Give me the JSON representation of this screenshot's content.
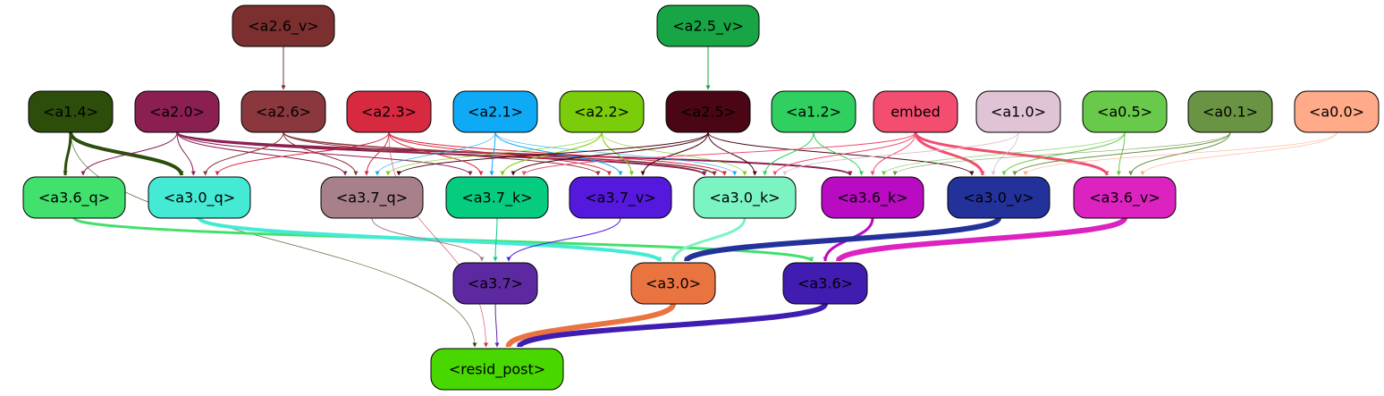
{
  "nodes": [
    {
      "id": "a2_6_v",
      "label": "<a2.6_v>",
      "fill": "#7b2f2f",
      "text": "#000000"
    },
    {
      "id": "a2_5_v",
      "label": "<a2.5_v>",
      "fill": "#17a545",
      "text": "#000000"
    },
    {
      "id": "a1_4",
      "label": "<a1.4>",
      "fill": "#2d4d0b",
      "text": "#000000"
    },
    {
      "id": "a2_0",
      "label": "<a2.0>",
      "fill": "#8b1f52",
      "text": "#000000"
    },
    {
      "id": "a2_6",
      "label": "<a2.6>",
      "fill": "#8a383e",
      "text": "#000000"
    },
    {
      "id": "a2_3",
      "label": "<a2.3>",
      "fill": "#d72a40",
      "text": "#000000"
    },
    {
      "id": "a2_1",
      "label": "<a2.1>",
      "fill": "#0eaaf6",
      "text": "#000000"
    },
    {
      "id": "a2_2",
      "label": "<a2.2>",
      "fill": "#7bcc0a",
      "text": "#000000"
    },
    {
      "id": "a2_5",
      "label": "<a2.5>",
      "fill": "#4a0614",
      "text": "#000000"
    },
    {
      "id": "a1_2",
      "label": "<a1.2>",
      "fill": "#2fd05f",
      "text": "#000000"
    },
    {
      "id": "embed",
      "label": "embed",
      "fill": "#f34d70",
      "text": "#000000"
    },
    {
      "id": "a1_0",
      "label": "<a1.0>",
      "fill": "#e0c3d4",
      "text": "#000000"
    },
    {
      "id": "a0_5",
      "label": "<a0.5>",
      "fill": "#69c94a",
      "text": "#000000"
    },
    {
      "id": "a0_1",
      "label": "<a0.1>",
      "fill": "#6a9443",
      "text": "#000000"
    },
    {
      "id": "a0_0",
      "label": "<a0.0>",
      "fill": "#ffaa89",
      "text": "#000000"
    },
    {
      "id": "a3_6_q",
      "label": "<a3.6_q>",
      "fill": "#42e06d",
      "text": "#000000"
    },
    {
      "id": "a3_0_q",
      "label": "<a3.0_q>",
      "fill": "#44ead4",
      "text": "#000000"
    },
    {
      "id": "a3_7_q",
      "label": "<a3.7_q>",
      "fill": "#a7808a",
      "text": "#000000"
    },
    {
      "id": "a3_7_k",
      "label": "<a3.7_k>",
      "fill": "#05cc7e",
      "text": "#000000"
    },
    {
      "id": "a3_7_v",
      "label": "<a3.7_v>",
      "fill": "#5419dc",
      "text": "#000000"
    },
    {
      "id": "a3_0_k",
      "label": "<a3.0_k>",
      "fill": "#7bf3c3",
      "text": "#000000"
    },
    {
      "id": "a3_6_k",
      "label": "<a3.6_k>",
      "fill": "#b90bc1",
      "text": "#000000"
    },
    {
      "id": "a3_0_v",
      "label": "<a3.0_v>",
      "fill": "#23329b",
      "text": "#000000"
    },
    {
      "id": "a3_6_v",
      "label": "<a3.6_v>",
      "fill": "#dc23c0",
      "text": "#000000"
    },
    {
      "id": "a3_7",
      "label": "<a3.7>",
      "fill": "#5d29a1",
      "text": "#000000"
    },
    {
      "id": "a3_0",
      "label": "<a3.0>",
      "fill": "#ea7440",
      "text": "#000000"
    },
    {
      "id": "a3_6",
      "label": "<a3.6>",
      "fill": "#401db0",
      "text": "#000000"
    },
    {
      "id": "resid_post",
      "label": "<resid_post>",
      "fill": "#48d800",
      "text": "#000000"
    }
  ],
  "edges": [
    {
      "from": "a2_6_v",
      "to": "a2_6",
      "color": "#7b2f2f",
      "w": 1
    },
    {
      "from": "a2_5_v",
      "to": "a2_5",
      "color": "#17a545",
      "w": 1
    },
    {
      "from": "a1_4",
      "to": "a3_6_q",
      "color": "#2d4d0b",
      "w": 3
    },
    {
      "from": "a1_4",
      "to": "a3_0_q",
      "color": "#2d4d0b",
      "w": 4
    },
    {
      "from": "a1_4",
      "to": "resid_post",
      "color": "#2d4d0b",
      "w": 0.7
    },
    {
      "from": "a2_0",
      "to": "a3_6_q",
      "color": "#8b1f52",
      "w": 1
    },
    {
      "from": "a2_0",
      "to": "a3_0_q",
      "color": "#8b1f52",
      "w": 1
    },
    {
      "from": "a2_0",
      "to": "a3_7_q",
      "color": "#8b1f52",
      "w": 1
    },
    {
      "from": "a2_0",
      "to": "a3_7_k",
      "color": "#8b1f52",
      "w": 1
    },
    {
      "from": "a2_0",
      "to": "a3_0_k",
      "color": "#8b1f52",
      "w": 2
    },
    {
      "from": "a2_0",
      "to": "a3_6_k",
      "color": "#8b1f52",
      "w": 2
    },
    {
      "from": "a2_6",
      "to": "a3_0_q",
      "color": "#8a383e",
      "w": 1
    },
    {
      "from": "a2_6",
      "to": "a3_7_q",
      "color": "#8a383e",
      "w": 1
    },
    {
      "from": "a2_6",
      "to": "a3_7_v",
      "color": "#8a383e",
      "w": 1
    },
    {
      "from": "a2_6",
      "to": "a3_0_k",
      "color": "#8a383e",
      "w": 1.5
    },
    {
      "from": "a2_3",
      "to": "a3_0_q",
      "color": "#d72a40",
      "w": 1
    },
    {
      "from": "a2_3",
      "to": "a3_7_q",
      "color": "#d72a40",
      "w": 1
    },
    {
      "from": "a2_3",
      "to": "a3_7_k",
      "color": "#d72a40",
      "w": 1
    },
    {
      "from": "a2_3",
      "to": "a3_7_v",
      "color": "#d72a40",
      "w": 1
    },
    {
      "from": "a2_3",
      "to": "a3_0_k",
      "color": "#d72a40",
      "w": 1
    },
    {
      "from": "a2_3",
      "to": "resid_post",
      "color": "#d72a40",
      "w": 0.7
    },
    {
      "from": "a2_1",
      "to": "a3_7_q",
      "color": "#0eaaf6",
      "w": 0.7
    },
    {
      "from": "a2_1",
      "to": "a3_7_k",
      "color": "#0eaaf6",
      "w": 1
    },
    {
      "from": "a2_1",
      "to": "a3_7_v",
      "color": "#0eaaf6",
      "w": 1
    },
    {
      "from": "a2_1",
      "to": "a3_0_k",
      "color": "#0eaaf6",
      "w": 0.7
    },
    {
      "from": "a2_2",
      "to": "a3_7_q",
      "color": "#7bcc0a",
      "w": 0.7
    },
    {
      "from": "a2_2",
      "to": "a3_7_k",
      "color": "#7bcc0a",
      "w": 1
    },
    {
      "from": "a2_2",
      "to": "a3_7_v",
      "color": "#7bcc0a",
      "w": 1
    },
    {
      "from": "a2_2",
      "to": "a3_0_k",
      "color": "#7bcc0a",
      "w": 0.7
    },
    {
      "from": "a2_5",
      "to": "a3_7_q",
      "color": "#4a0614",
      "w": 1
    },
    {
      "from": "a2_5",
      "to": "a3_7_k",
      "color": "#4a0614",
      "w": 1
    },
    {
      "from": "a2_5",
      "to": "a3_7_v",
      "color": "#4a0614",
      "w": 1
    },
    {
      "from": "a2_5",
      "to": "a3_0_k",
      "color": "#4a0614",
      "w": 1
    },
    {
      "from": "a2_5",
      "to": "a3_0_v",
      "color": "#4a0614",
      "w": 1
    },
    {
      "from": "a1_2",
      "to": "a3_0_k",
      "color": "#2fd05f",
      "w": 1
    },
    {
      "from": "a1_2",
      "to": "a3_6_k",
      "color": "#2fd05f",
      "w": 1
    },
    {
      "from": "embed",
      "to": "a3_7_k",
      "color": "#f34d70",
      "w": 1
    },
    {
      "from": "embed",
      "to": "a3_0_k",
      "color": "#f34d70",
      "w": 1
    },
    {
      "from": "embed",
      "to": "a3_6_k",
      "color": "#f34d70",
      "w": 1
    },
    {
      "from": "embed",
      "to": "a3_0_v",
      "color": "#f34d70",
      "w": 3
    },
    {
      "from": "embed",
      "to": "a3_6_v",
      "color": "#f34d70",
      "w": 3
    },
    {
      "from": "a1_0",
      "to": "a3_0_k",
      "color": "#e0c3d4",
      "w": 1
    },
    {
      "from": "a1_0",
      "to": "a3_0_v",
      "color": "#e0c3d4",
      "w": 1
    },
    {
      "from": "a0_5",
      "to": "a3_0_v",
      "color": "#69c94a",
      "w": 1
    },
    {
      "from": "a0_5",
      "to": "a3_6_v",
      "color": "#69c94a",
      "w": 1
    },
    {
      "from": "a0_5",
      "to": "a3_6_k",
      "color": "#69c94a",
      "w": 0.7
    },
    {
      "from": "a0_1",
      "to": "a3_0_v",
      "color": "#6a9443",
      "w": 1
    },
    {
      "from": "a0_1",
      "to": "a3_6_v",
      "color": "#6a9443",
      "w": 1
    },
    {
      "from": "a0_1",
      "to": "a3_6_k",
      "color": "#6a9443",
      "w": 0.7
    },
    {
      "from": "a0_0",
      "to": "a3_6_v",
      "color": "#ffaa89",
      "w": 0.7
    },
    {
      "from": "a0_0",
      "to": "a3_0_v",
      "color": "#ffaa89",
      "w": 0.7
    },
    {
      "from": "a3_6_q",
      "to": "a3_6",
      "color": "#42e06d",
      "w": 3
    },
    {
      "from": "a3_0_q",
      "to": "a3_0",
      "color": "#44ead4",
      "w": 4
    },
    {
      "from": "a3_7_q",
      "to": "a3_7",
      "color": "#a7808a",
      "w": 1
    },
    {
      "from": "a3_7_k",
      "to": "a3_7",
      "color": "#05cc7e",
      "w": 1
    },
    {
      "from": "a3_7_v",
      "to": "a3_7",
      "color": "#5419dc",
      "w": 1
    },
    {
      "from": "a3_0_k",
      "to": "a3_0",
      "color": "#7bf3c3",
      "w": 3
    },
    {
      "from": "a3_6_k",
      "to": "a3_6",
      "color": "#b90bc1",
      "w": 3
    },
    {
      "from": "a3_0_v",
      "to": "a3_0",
      "color": "#23329b",
      "w": 6
    },
    {
      "from": "a3_6_v",
      "to": "a3_6",
      "color": "#dc23c0",
      "w": 6
    },
    {
      "from": "a3_7",
      "to": "resid_post",
      "color": "#5d29a1",
      "w": 1
    },
    {
      "from": "a3_0",
      "to": "resid_post",
      "color": "#ea7440",
      "w": 6
    },
    {
      "from": "a3_6",
      "to": "resid_post",
      "color": "#401db0",
      "w": 6
    }
  ]
}
